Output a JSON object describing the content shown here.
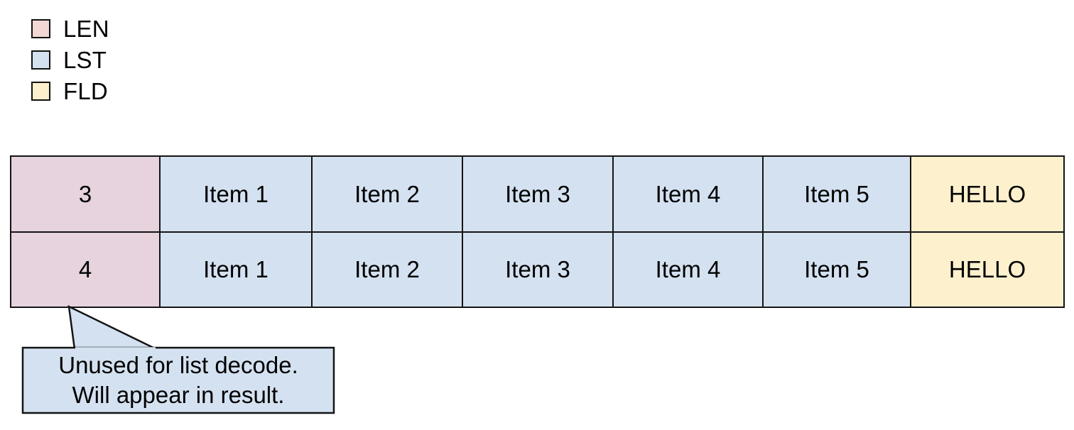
{
  "legend": {
    "name": "field-type-legend",
    "items": [
      {
        "code": "LEN",
        "color": "#f2d7d5",
        "swatch_icon": "square-swatch-icon"
      },
      {
        "code": "LST",
        "color": "#d4e1f0",
        "swatch_icon": "square-swatch-icon"
      },
      {
        "code": "FLD",
        "color": "#fcf0cd",
        "swatch_icon": "square-swatch-icon"
      }
    ]
  },
  "table": {
    "name": "record-layout-table",
    "colors": {
      "len_cell": "#e6d3dd",
      "lst_cell": "#d4e1f0",
      "fld_cell": "#fcf0cd",
      "border": "#141414"
    },
    "rows": [
      {
        "len": "3",
        "list": [
          "Item 1",
          "Item 2",
          "Item 3",
          "Item 4",
          "Item 5"
        ],
        "fld": "HELLO"
      },
      {
        "len": "4",
        "list": [
          "Item 1",
          "Item 2",
          "Item 3",
          "Item 4",
          "Item 5"
        ],
        "fld": "HELLO"
      }
    ]
  },
  "callout": {
    "name": "annotation-callout",
    "fill": "#d4e1f0",
    "stroke": "#141414",
    "line1": "Unused for list decode.",
    "line2": "Will appear in result."
  }
}
